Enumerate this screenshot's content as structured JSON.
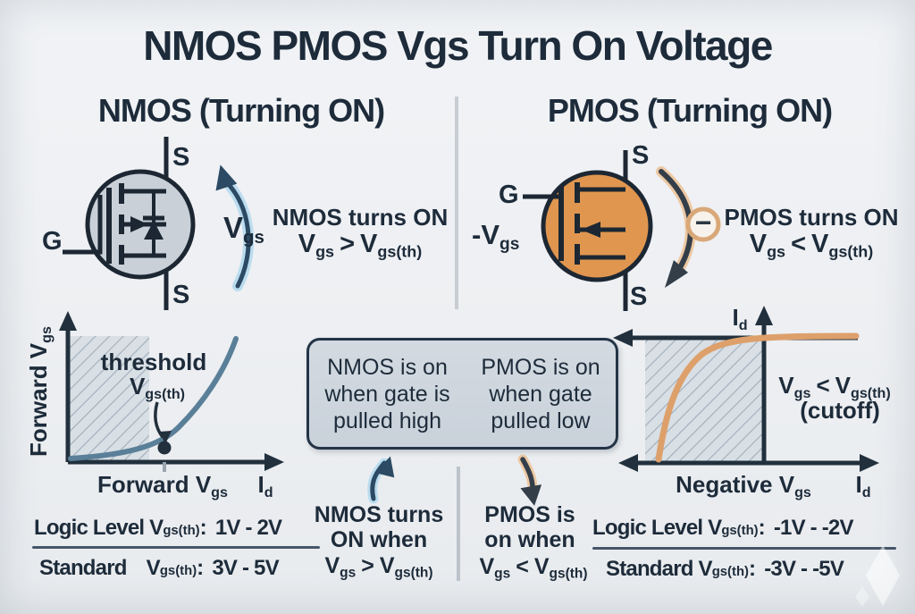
{
  "title": "NMOS PMOS Vgs Turn On Voltage",
  "colors": {
    "background": "#edeff2",
    "text_dark": "#1d2b3a",
    "nmos_circle_fill": "#c9d0d8",
    "pmos_circle_fill": "#e0964f",
    "symbol_outline": "#1c2733",
    "nmos_curve": "#5a7f98",
    "pmos_curve": "#dda06b",
    "blue_arrow": "#2c4a63",
    "blue_arrow_glow": "#b5d9ee",
    "dark_arrow": "#333e49",
    "orange_arrow_glow": "#ecc49a",
    "center_box_fill": "#cdd5dd",
    "center_box_border": "#243447",
    "hatch_line": "#92a2b0",
    "divider": "#c8cdd3"
  },
  "nmos_section": {
    "header": "NMOS (Turning ON)",
    "gate": "G",
    "source_top": "S",
    "source_bottom": "S",
    "vgs_label": {
      "base": "V",
      "sub": "gs"
    },
    "note_line": "NMOS turns ON",
    "formula": {
      "lhs": "V",
      "lhs_sub": "gs",
      "op": ">",
      "rhs": "V",
      "rhs_sub": "gs(th)"
    }
  },
  "pmos_section": {
    "header": "PMOS (Turning ON)",
    "gate": "G",
    "source_top": "S",
    "source_bottom": "S",
    "neg_vgs_label": {
      "base": "-V",
      "sub": "gs"
    },
    "minus_sign": "−",
    "note_line": "PMOS turns ON",
    "formula": {
      "lhs": "V",
      "lhs_sub": "gs",
      "op": "<",
      "rhs": "V",
      "rhs_sub": "gs(th)"
    }
  },
  "left_graph": {
    "y_label": {
      "base": "Forward V",
      "sub": "gs"
    },
    "threshold_line1": "threshold",
    "threshold_line2": {
      "base": "V",
      "sub": "gs(th)"
    },
    "x_label": {
      "base": "Forward V",
      "sub": "gs"
    },
    "x_end": {
      "base": "I",
      "sub": "d"
    }
  },
  "right_graph": {
    "y_label": {
      "base": "I",
      "sub": "d"
    },
    "cutoff_formula": {
      "lhs": "V",
      "lhs_sub": "gs",
      "op": "<",
      "rhs": "V",
      "rhs_sub": "gs(th)"
    },
    "cutoff_line2": "(cutoff)",
    "x_label": {
      "base": "Negative V",
      "sub": "gs"
    },
    "x_end": {
      "base": "I",
      "sub": "d"
    }
  },
  "center_box": {
    "nmos_lines": [
      "NMOS is on",
      "when gate is",
      "pulled high"
    ],
    "pmos_lines": [
      "PMOS is on",
      "when gate",
      "pulled low"
    ]
  },
  "bottom_center": {
    "nmos_line1": "NMOS turns",
    "nmos_line2": "ON when",
    "nmos_formula": {
      "lhs": "V",
      "lhs_sub": "gs",
      "op": ">",
      "rhs": "V",
      "rhs_sub": "gs(th)"
    },
    "pmos_line1": "PMOS is",
    "pmos_line2": "on when",
    "pmos_formula": {
      "lhs": "V",
      "lhs_sub": "gs",
      "op": "<",
      "rhs": "V",
      "rhs_sub": "gs(th)"
    }
  },
  "nmos_thresholds": {
    "row1_label": "Logic Level V",
    "row1_sub": "gs(th)",
    "row1_colon": ":",
    "row1_value": "1V - 2V",
    "row2_label": "Standard ",
    "row2_base": "V",
    "row2_sub": "gs(th)",
    "row2_colon": ":",
    "row2_value": "3V - 5V"
  },
  "pmos_thresholds": {
    "row1_label": "Logic Level V",
    "row1_sub": "gs(th)",
    "row1_colon": ":",
    "row1_value": "-1V - -2V",
    "row2_label": "Standard V",
    "row2_sub": "gs(th)",
    "row2_colon": ":",
    "row2_value": "-3V - -5V"
  }
}
